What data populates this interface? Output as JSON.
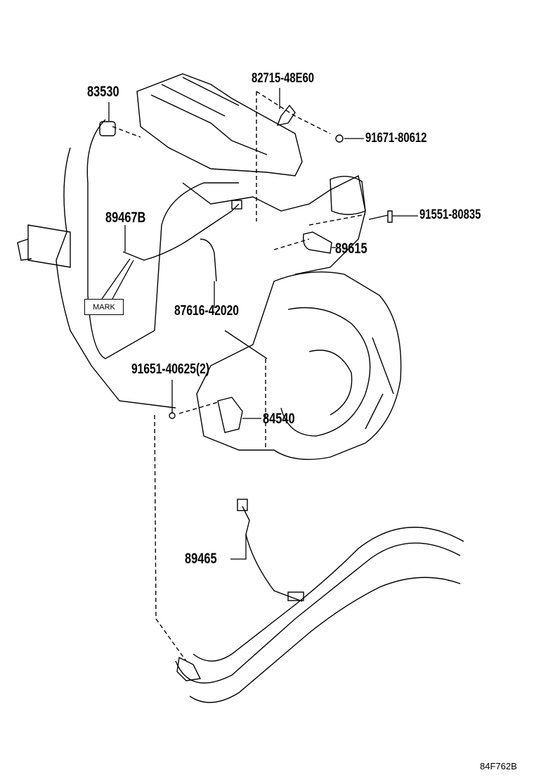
{
  "callouts": {
    "p83530": "83530",
    "p82715": "82715-48E60",
    "p91671": "91671-80612",
    "p91551": "91551-80835",
    "p89615": "89615",
    "p89467b": "89467B",
    "mark": "MARK",
    "p87616": "87616-42020",
    "p91651": "91651-40625(2)",
    "p84540": "84540",
    "p89465": "89465"
  },
  "diagram_code": "84F762B"
}
